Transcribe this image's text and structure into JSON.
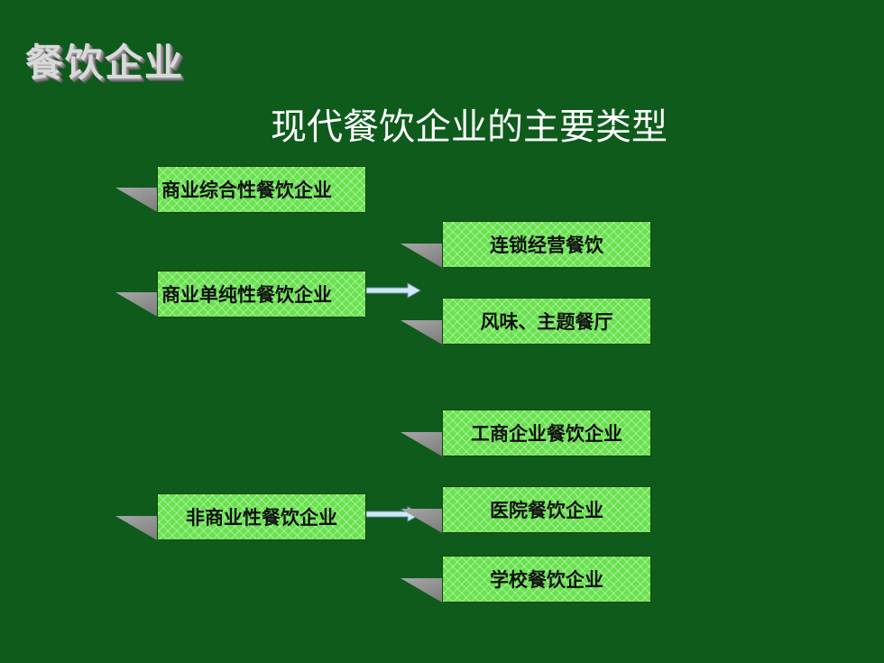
{
  "slide": {
    "logo_text": "餐饮企业",
    "title": "现代餐饮企业的主要类型",
    "left_items": {
      "comprehensive": "商业综合性餐饮企业",
      "single": "商业单纯性餐饮企业",
      "non_commercial": "非商业性餐饮企业"
    },
    "right_items": {
      "chain": "连锁经营餐饮",
      "themed": "风味、主题餐厅",
      "industrial": "工商企业餐饮企业",
      "hospital": "医院餐饮企业",
      "school": "学校餐饮企业"
    }
  },
  "colors": {
    "background": "#0e5b1c",
    "box_fill": "#69e24f",
    "arrow": "#cfe8f7"
  }
}
